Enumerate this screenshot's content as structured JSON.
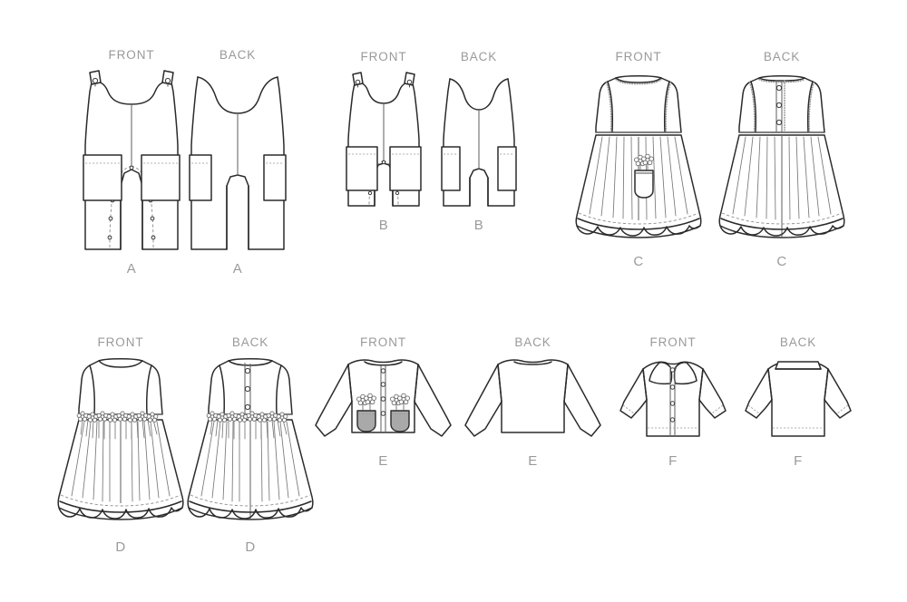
{
  "page": {
    "title": "Sewing Pattern Line Drawings",
    "background_color": "#ffffff",
    "ink_color": "#2b2b2b",
    "caption_color": "#9a9a9a",
    "pocket_fill_color": "#a9a9a9"
  },
  "labels": {
    "front": "FRONT",
    "back": "BACK"
  },
  "views": [
    {
      "letter": "A",
      "garment": "overalls-long",
      "front_label": "FRONT",
      "back_label": "BACK",
      "front_letter": "A",
      "back_letter": "A",
      "details": {
        "straps": "adjustable buttoned straps",
        "pockets": 2,
        "closure": "snap crotch",
        "length": "full-length legs"
      }
    },
    {
      "letter": "B",
      "garment": "romper-short",
      "front_label": "FRONT",
      "back_label": "BACK",
      "front_letter": "B",
      "back_letter": "B",
      "details": {
        "straps": "adjustable buttoned straps",
        "pockets": 2,
        "closure": "snap crotch",
        "length": "short legs"
      }
    },
    {
      "letter": "C",
      "garment": "dress-gathered-skirt",
      "front_label": "FRONT",
      "back_label": "BACK",
      "front_letter": "C",
      "back_letter": "C",
      "details": {
        "pocket": "patch pocket with flower trim",
        "back_buttons": 3,
        "hem": "ruffle band",
        "trim": "picot edge on neckline and armholes"
      }
    },
    {
      "letter": "D",
      "garment": "dress-flower-waist",
      "front_label": "FRONT",
      "back_label": "BACK",
      "front_letter": "D",
      "back_letter": "D",
      "details": {
        "waist_trim": "flower trim band",
        "back_buttons": 3,
        "hem": "ruffle band"
      }
    },
    {
      "letter": "E",
      "garment": "jacket-long-sleeve",
      "front_label": "FRONT",
      "back_label": "BACK",
      "front_letter": "E",
      "back_letter": "E",
      "details": {
        "pockets": 2,
        "pocket_style": "contrast gray patch pockets with flowers",
        "front_buttons": 4,
        "sleeves": "long"
      }
    },
    {
      "letter": "F",
      "garment": "blouse-short-sleeve",
      "front_label": "FRONT",
      "back_label": "BACK",
      "front_letter": "F",
      "back_letter": "F",
      "details": {
        "collar": "peter pan collar",
        "front_buttons": 4,
        "sleeves": "short cuffed",
        "hem": "banded"
      }
    }
  ]
}
